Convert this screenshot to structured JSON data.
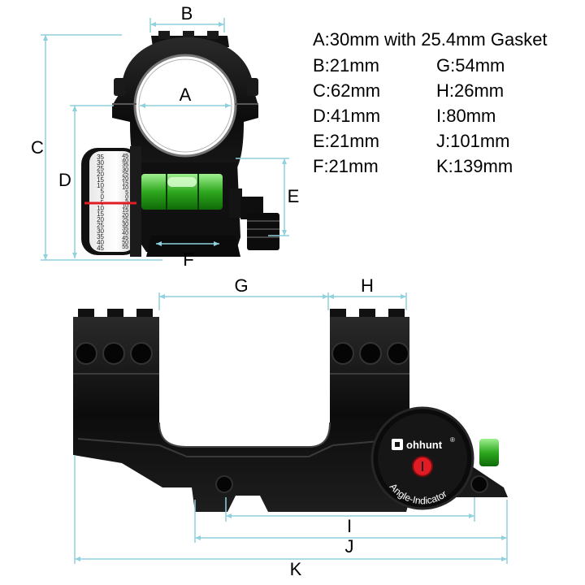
{
  "colors": {
    "dimension_line": "#8fd1dd",
    "mount_body": "#141414",
    "mount_highlight": "#5a5a5a",
    "bubble_green": "#3cbb2a",
    "knob_red": "#e11c24"
  },
  "dimension_labels": {
    "a": "A",
    "b": "B",
    "c": "C",
    "d": "D",
    "e": "E",
    "f": "F",
    "g": "G",
    "h": "H",
    "i": "I",
    "j": "J",
    "k": "K"
  },
  "specs": {
    "a": "A:30mm with 25.4mm Gasket",
    "left": [
      "B:21mm",
      "C:62mm",
      "D:41mm",
      "E:21mm",
      "F:21mm"
    ],
    "right": [
      "G:54mm",
      "H:26mm",
      "I:80mm",
      "J:101mm",
      "K:139mm"
    ]
  },
  "product": {
    "brand": "ohhunt",
    "trademark": "®",
    "indicator_label": "Angle-Indicator",
    "dial_left_numbers": [
      "35",
      "30",
      "25",
      "20",
      "15",
      "10",
      "5",
      "0",
      "5",
      "10",
      "15",
      "20",
      "25",
      "30",
      "35",
      "40",
      "45"
    ],
    "dial_right_numbers": [
      "45",
      "40",
      "35",
      "30",
      "25",
      "20",
      "15",
      "10",
      "5",
      "0",
      "5",
      "10",
      "15",
      "20",
      "25",
      "30",
      "35",
      "40",
      "45",
      "50",
      "55"
    ]
  }
}
